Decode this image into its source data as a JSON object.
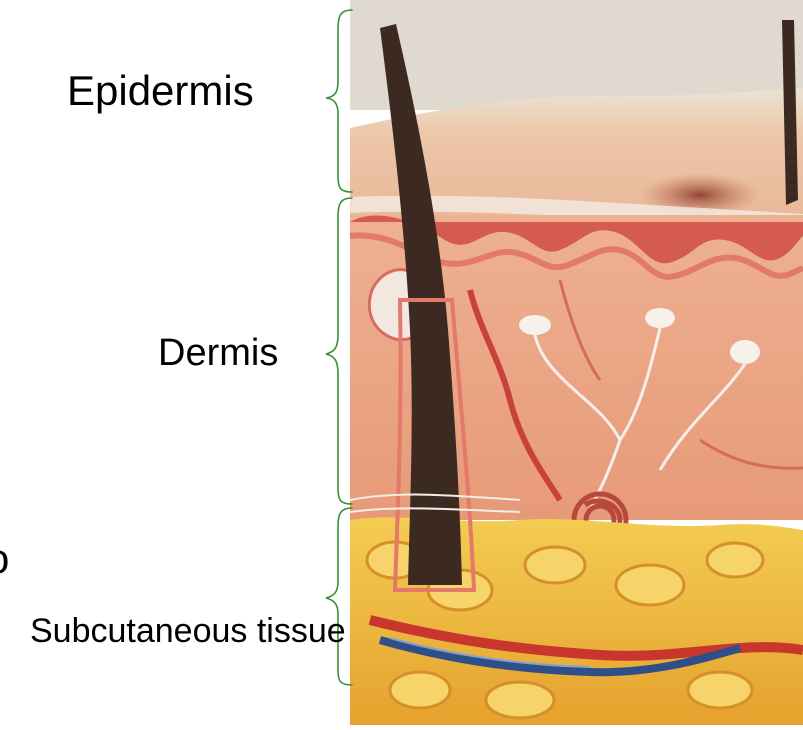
{
  "labels": {
    "epidermis": "Epidermis",
    "dermis": "Dermis",
    "subcutaneous": "Subcutaneous tissue",
    "left_fragment": "o"
  },
  "colors": {
    "bracket": "#3a8f3a",
    "epidermis": "#e8c4a4",
    "dermis": "#eaa98a",
    "papillae": "#d9564f",
    "fat": "#f1c13a",
    "hair": "#3a2a24"
  },
  "illustration": "skin-cross-section-icon"
}
